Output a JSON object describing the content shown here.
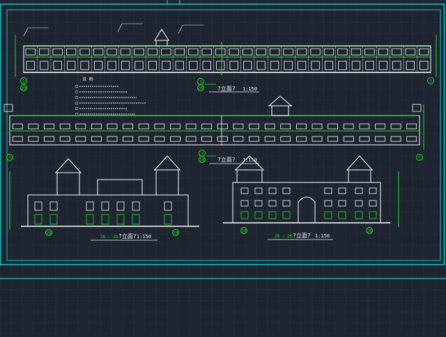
{
  "colors": {
    "background": "#1e2530",
    "grid": "#2a3442",
    "frame": "#16c6c6",
    "wall": "#ffffff",
    "green": "#22e022",
    "annotation": "#f2f2f2"
  },
  "drawing": {
    "elevation_1": {
      "title": "?立面?",
      "scale": "1:150",
      "axis_left_top": "1",
      "axis_left_bottom": "20",
      "axis_right": "1",
      "axis_title_a": "1",
      "axis_title_b": "20"
    },
    "elevation_2": {
      "title": "?立面?",
      "scale": "1:150",
      "axis_left": "1",
      "axis_right": "1",
      "axis_title_a": "1",
      "axis_title_b": "18"
    },
    "elevation_3": {
      "title": "?立面?",
      "scale": "1:150",
      "axis_title": "26 — 28",
      "axis_left": "26",
      "axis_right": "28"
    },
    "elevation_4": {
      "title": "?立面?",
      "scale": "1:150",
      "axis_title": "28 — 26",
      "axis_left": "28",
      "axis_right": "26"
    },
    "notes_heading": "说 明"
  }
}
